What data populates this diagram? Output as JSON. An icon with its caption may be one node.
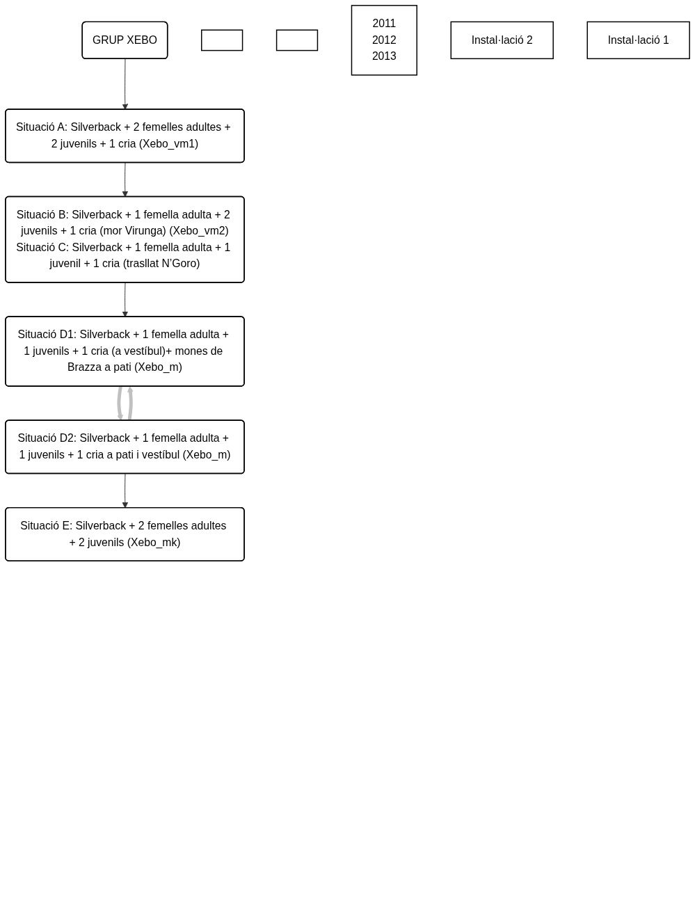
{
  "diagram": {
    "nodes": [
      {
        "text": [
          "GRUP XEBO"
        ]
      },
      {
        "text": [
          "Situació A: Silverback + 2 femelles adultes + 2 juvenils + 1 cria (Xebo_vm1)"
        ]
      },
      {
        "text": [
          "Situació B: Silverback + 1 femella adulta + 2 juvenils + 1 cria (mor Virunga) (Xebo_vm2)",
          "Situació C: Silverback + 1 femella adulta + 1 juvenil + 1 cria (trasllat N’Goro)"
        ]
      },
      {
        "text": [
          "Situació D1: Silverback + 1 femella adulta + 1 juvenils + 1 cria (a vestíbul)+ mones de Brazza a pati (Xebo_m)"
        ]
      },
      {
        "text": [
          "Situació D2: Silverback + 1 femella adulta + 1 juvenils + 1 cria a pati i vestíbul (Xebo_m)"
        ]
      },
      {
        "text": [
          "Situació E: Silverback + 2 femelles adultes + 2 juvenils (Xebo_mk)"
        ]
      },
      {
        "text": [],
        "shape": "box"
      },
      {
        "text": [],
        "shape": "box"
      },
      {
        "text": [
          "2011",
          "2012",
          "2013"
        ]
      },
      {
        "text": [
          "Instal·lació 2"
        ]
      },
      {
        "text": [
          "Instal·lació 1"
        ]
      }
    ],
    "edges": [
      {
        "from": 0,
        "to": 1,
        "arrow": "to"
      },
      {
        "from": 1,
        "to": 2,
        "arrow": "to"
      },
      {
        "from": 2,
        "to": 3,
        "arrow": "to"
      },
      {
        "from": 3,
        "to": 4,
        "arrow": "to",
        "style": "thick",
        "color": "#c0c0c0"
      },
      {
        "from": 4,
        "to": 3,
        "arrow": "to",
        "style": "thick",
        "color": "#c0c0c0"
      },
      {
        "from": 4,
        "to": 5,
        "arrow": "to"
      }
    ]
  }
}
